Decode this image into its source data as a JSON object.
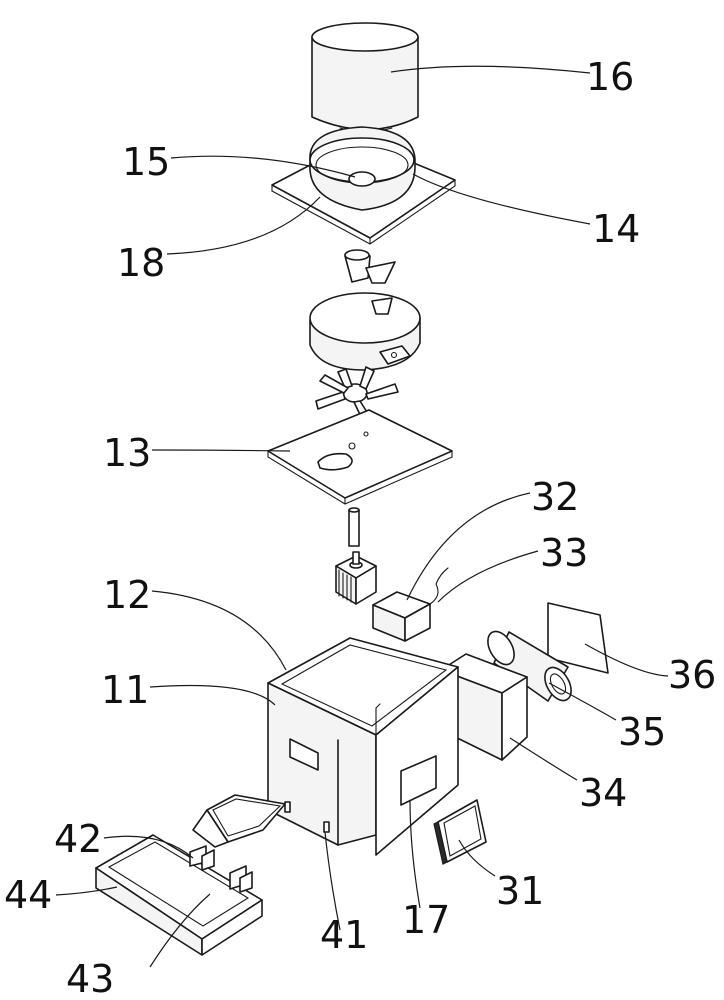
{
  "labels": {
    "l16": "16",
    "l15": "15",
    "l14": "14",
    "l18": "18",
    "l13": "13",
    "l32": "32",
    "l33": "33",
    "l12": "12",
    "l11": "11",
    "l36": "36",
    "l35": "35",
    "l34": "34",
    "l42": "42",
    "l44": "44",
    "l41": "41",
    "l17": "17",
    "l31": "31",
    "l43": "43"
  }
}
